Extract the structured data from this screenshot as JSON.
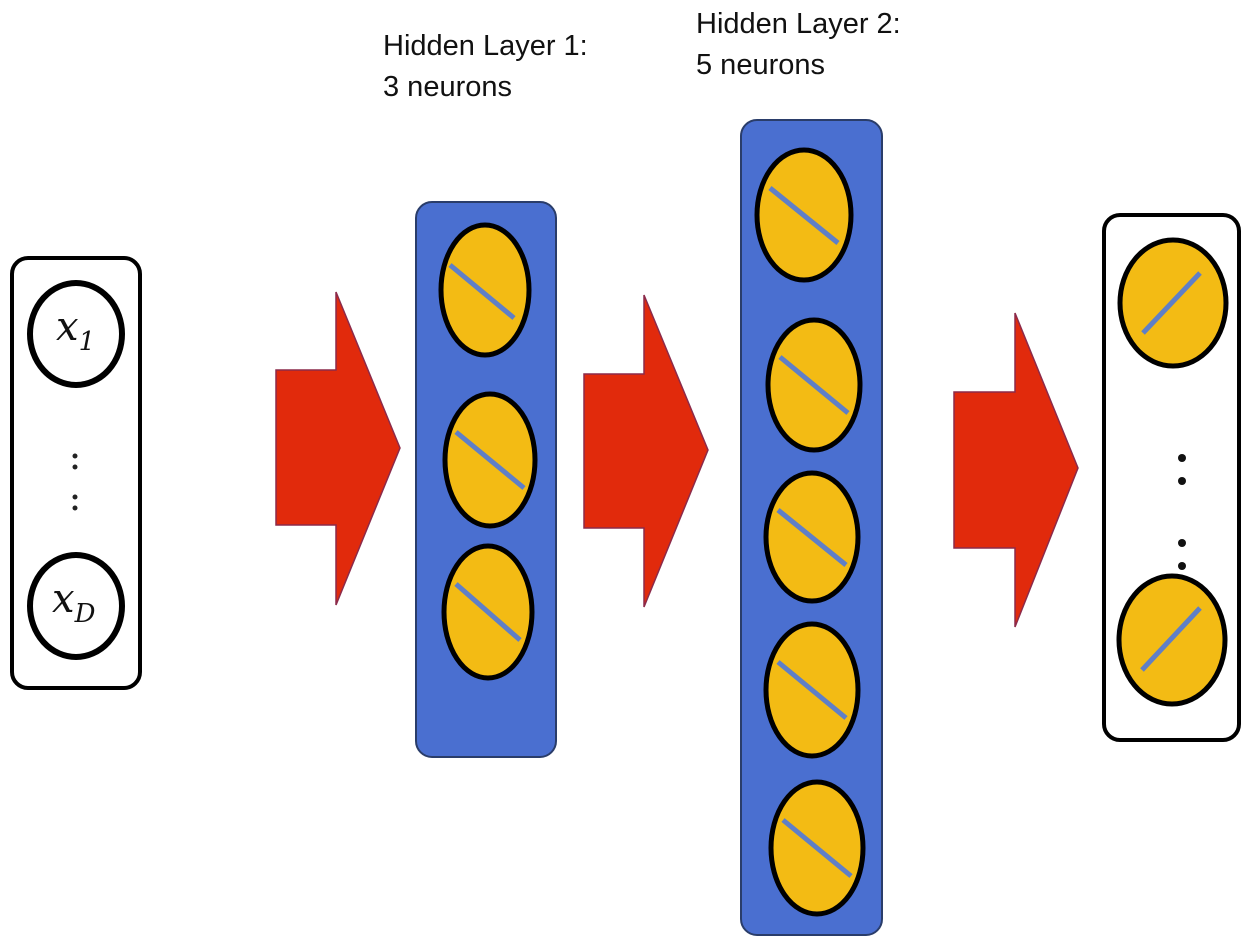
{
  "hidden_layer_1": {
    "line1": "Hidden Layer  1:",
    "line2": "3 neurons",
    "neuron_count": 3
  },
  "hidden_layer_2": {
    "line1": "Hidden Layer  2:",
    "line2": "5 neurons",
    "neuron_count": 5
  },
  "input_layer": {
    "first": {
      "var": "x",
      "sub": "1"
    },
    "last": {
      "var": "x",
      "sub": "D"
    }
  },
  "colors": {
    "layer_fill": "#4a6fd0",
    "neuron_fill": "#f3bb14",
    "neuron_line": "#5f7fc7",
    "arrow": "#e12a0c",
    "outline": "#000000"
  }
}
